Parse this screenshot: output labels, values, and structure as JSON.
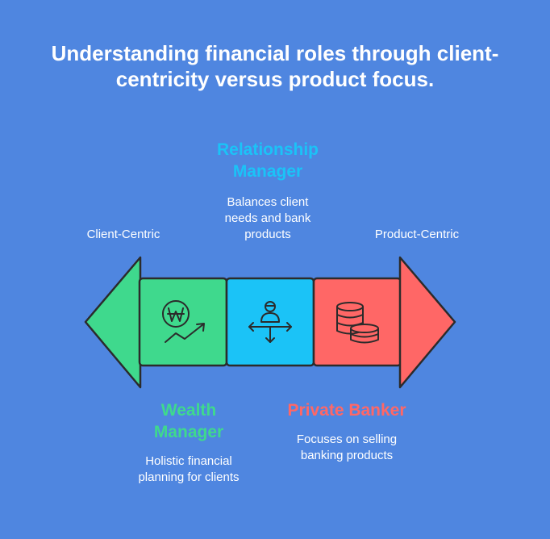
{
  "title": "Understanding financial roles through client-centricity versus product focus.",
  "colors": {
    "background": "#4f86e0",
    "wealth_manager": "#3fd98d",
    "relationship_manager": "#1bc3f7",
    "private_banker": "#ff6766",
    "outline": "#2b2b2b"
  },
  "spectrum": {
    "left_label": "Client-Centric",
    "right_label": "Product-Centric"
  },
  "roles": [
    {
      "heading_line1": "Wealth",
      "heading_line2": "Manager",
      "description_line1": "Holistic financial",
      "description_line2": "planning for clients",
      "icon": "won-growth-icon"
    },
    {
      "heading_line1": "Relationship",
      "heading_line2": "Manager",
      "description_line1": "Balances client",
      "description_line2": "needs and bank",
      "description_line3": "products",
      "icon": "person-balance-icon"
    },
    {
      "heading": "Private Banker",
      "description_line1": "Focuses on selling",
      "description_line2": "banking products",
      "icon": "coins-stack-icon"
    }
  ]
}
